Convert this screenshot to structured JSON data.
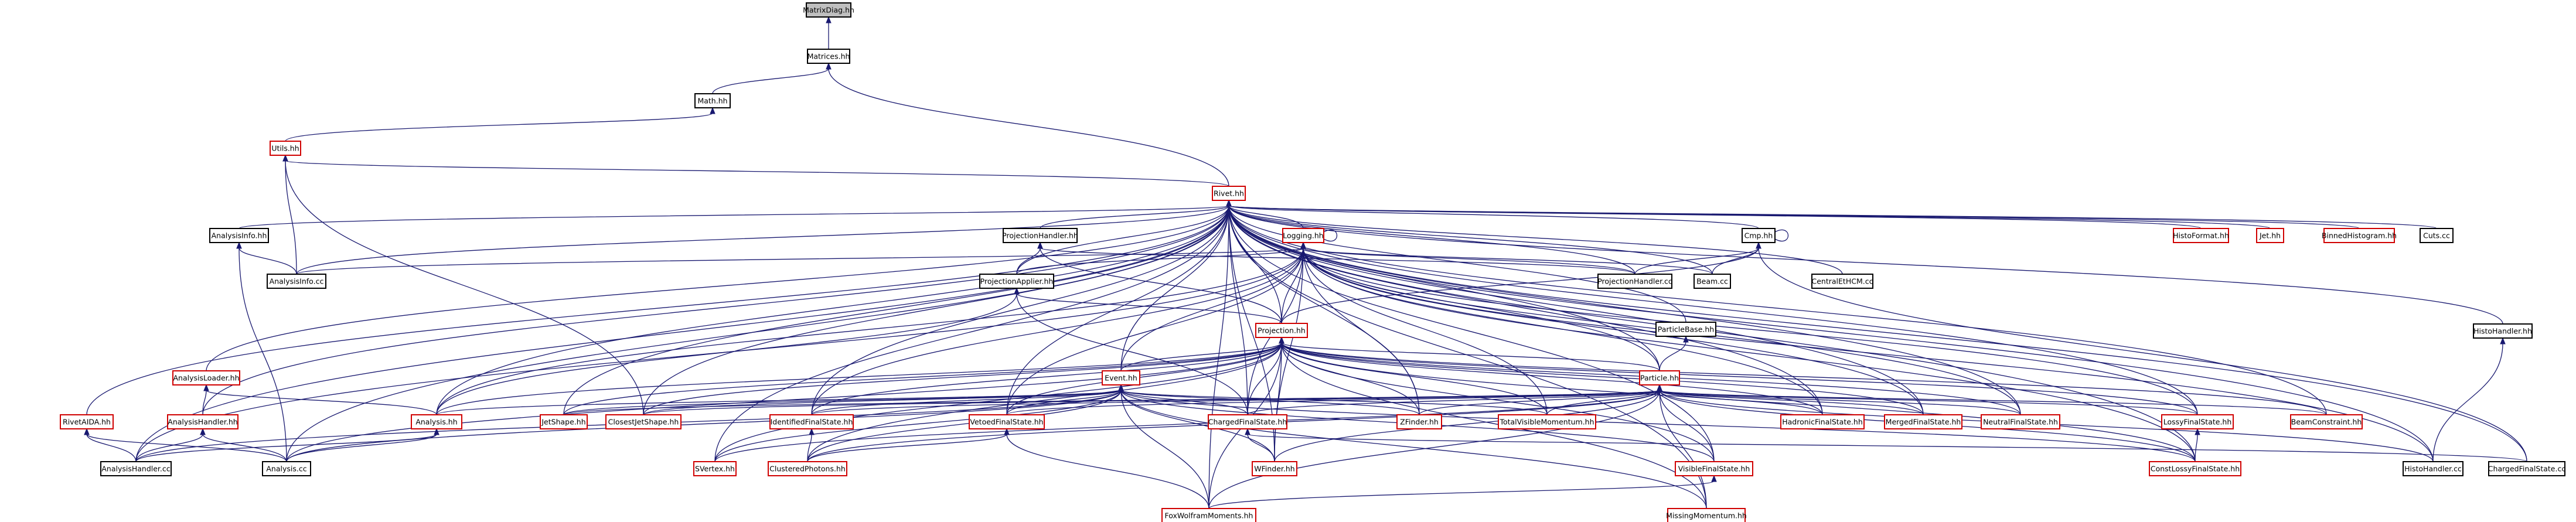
{
  "diagram": {
    "kind": "include-dependency-graph",
    "colors": {
      "edge": "#191970",
      "documented_border": "#000000",
      "undocumented_border": "#d00000",
      "root_fill": "#bfbfbf"
    },
    "nodes": [
      {
        "id": "MatrixDiag",
        "label": "MatrixDiag.hh",
        "style": "root"
      },
      {
        "id": "Matrices",
        "label": "Matrices.hh",
        "style": "black"
      },
      {
        "id": "Math",
        "label": "Math.hh",
        "style": "black"
      },
      {
        "id": "Utils",
        "label": "Utils.hh",
        "style": "red"
      },
      {
        "id": "Rivet",
        "label": "Rivet.hh",
        "style": "red"
      },
      {
        "id": "AnalysisInfoHH",
        "label": "AnalysisInfo.hh",
        "style": "black"
      },
      {
        "id": "AnalysisInfoCC",
        "label": "AnalysisInfo.cc",
        "style": "black"
      },
      {
        "id": "ProjectionHandlerHH",
        "label": "ProjectionHandler.hh",
        "style": "black"
      },
      {
        "id": "Logging",
        "label": "Logging.hh",
        "style": "red"
      },
      {
        "id": "ProjectionApplier",
        "label": "ProjectionApplier.hh",
        "style": "black"
      },
      {
        "id": "Cmp",
        "label": "Cmp.hh",
        "style": "black"
      },
      {
        "id": "ProjectionHandlerCC",
        "label": "ProjectionHandler.cc",
        "style": "black"
      },
      {
        "id": "BeamCC",
        "label": "Beam.cc",
        "style": "black"
      },
      {
        "id": "CentralEtHCM",
        "label": "CentralEtHCM.cc",
        "style": "black"
      },
      {
        "id": "HistoFormat",
        "label": "HistoFormat.hh",
        "style": "red"
      },
      {
        "id": "Jet",
        "label": "Jet.hh",
        "style": "red"
      },
      {
        "id": "BinnedHistogram",
        "label": "BinnedHistogram.hh",
        "style": "red"
      },
      {
        "id": "Cuts",
        "label": "Cuts.cc",
        "style": "black"
      },
      {
        "id": "ParticleBase",
        "label": "ParticleBase.hh",
        "style": "black"
      },
      {
        "id": "Projection",
        "label": "Projection.hh",
        "style": "red"
      },
      {
        "id": "HistoHandlerHH",
        "label": "HistoHandler.hh",
        "style": "black"
      },
      {
        "id": "AnalysisLoader",
        "label": "AnalysisLoader.hh",
        "style": "red"
      },
      {
        "id": "Event",
        "label": "Event.hh",
        "style": "red"
      },
      {
        "id": "Particle",
        "label": "Particle.hh",
        "style": "red"
      },
      {
        "id": "RivetAIDA",
        "label": "RivetAIDA.hh",
        "style": "red"
      },
      {
        "id": "AnalysisHandlerHH",
        "label": "AnalysisHandler.hh",
        "style": "red"
      },
      {
        "id": "AnalysisHH",
        "label": "Analysis.hh",
        "style": "red"
      },
      {
        "id": "JetShape",
        "label": "JetShape.hh",
        "style": "red"
      },
      {
        "id": "ClosestJetShape",
        "label": "ClosestJetShape.hh",
        "style": "red"
      },
      {
        "id": "IdentifiedFS",
        "label": "IdentifiedFinalState.hh",
        "style": "red"
      },
      {
        "id": "VetoedFS",
        "label": "VetoedFinalState.hh",
        "style": "red"
      },
      {
        "id": "ChargedFS",
        "label": "ChargedFinalState.hh",
        "style": "red"
      },
      {
        "id": "ZFinder",
        "label": "ZFinder.hh",
        "style": "red"
      },
      {
        "id": "TotalVisMom",
        "label": "TotalVisibleMomentum.hh",
        "style": "red"
      },
      {
        "id": "HadronicFS",
        "label": "HadronicFinalState.hh",
        "style": "red"
      },
      {
        "id": "MergedFS",
        "label": "MergedFinalState.hh",
        "style": "red"
      },
      {
        "id": "NeutralFS",
        "label": "NeutralFinalState.hh",
        "style": "red"
      },
      {
        "id": "LossyFS",
        "label": "LossyFinalState.hh",
        "style": "red"
      },
      {
        "id": "BeamConstraint",
        "label": "BeamConstraint.hh",
        "style": "red"
      },
      {
        "id": "AnalysisHandlerCC",
        "label": "AnalysisHandler.cc",
        "style": "black"
      },
      {
        "id": "AnalysisCC",
        "label": "Analysis.cc",
        "style": "black"
      },
      {
        "id": "SVertex",
        "label": "SVertex.hh",
        "style": "red"
      },
      {
        "id": "ClusteredPhotons",
        "label": "ClusteredPhotons.hh",
        "style": "red"
      },
      {
        "id": "WFinder",
        "label": "WFinder.hh",
        "style": "red"
      },
      {
        "id": "VisibleFS",
        "label": "VisibleFinalState.hh",
        "style": "red"
      },
      {
        "id": "ConstLossyFS",
        "label": "ConstLossyFinalState.hh",
        "style": "red"
      },
      {
        "id": "HistoHandlerCC",
        "label": "HistoHandler.cc",
        "style": "black"
      },
      {
        "id": "ChargedFSCC",
        "label": "ChargedFinalState.cc",
        "style": "black"
      },
      {
        "id": "FoxWolfram",
        "label": "FoxWolframMoments.hh",
        "style": "red"
      },
      {
        "id": "MissingMomentum",
        "label": "MissingMomentum.hh",
        "style": "red"
      }
    ],
    "edges": [
      [
        "MatrixDiag",
        "Matrices"
      ],
      [
        "Matrices",
        "Math"
      ],
      [
        "Matrices",
        "Rivet"
      ],
      [
        "Math",
        "Utils"
      ],
      [
        "Utils",
        "Rivet"
      ],
      [
        "Utils",
        "AnalysisInfoCC"
      ],
      [
        "Utils",
        "Analysis"
      ],
      [
        "Utils",
        "ClosestJetShape"
      ],
      [
        "Rivet",
        "AnalysisInfoHH"
      ],
      [
        "Rivet",
        "AnalysisInfoCC"
      ],
      [
        "Rivet",
        "ProjectionHandlerHH"
      ],
      [
        "Rivet",
        "Logging"
      ],
      [
        "Rivet",
        "ProjectionApplier"
      ],
      [
        "Rivet",
        "Cmp"
      ],
      [
        "Rivet",
        "ProjectionHandlerCC"
      ],
      [
        "Rivet",
        "BeamCC"
      ],
      [
        "Rivet",
        "CentralEtHCM"
      ],
      [
        "Rivet",
        "HistoFormat"
      ],
      [
        "Rivet",
        "Jet"
      ],
      [
        "Rivet",
        "BinnedHistogram"
      ],
      [
        "Rivet",
        "Cuts"
      ],
      [
        "Rivet",
        "ParticleBase"
      ],
      [
        "Rivet",
        "Projection"
      ],
      [
        "Rivet",
        "HistoHandlerHH"
      ],
      [
        "Rivet",
        "AnalysisLoader"
      ],
      [
        "Rivet",
        "Event"
      ],
      [
        "Rivet",
        "Particle"
      ],
      [
        "Rivet",
        "RivetAIDA"
      ],
      [
        "Rivet",
        "AnalysisHandlerHH"
      ],
      [
        "Rivet",
        "AnalysisHH"
      ],
      [
        "Rivet",
        "JetShape"
      ],
      [
        "Rivet",
        "ClosestJetShape"
      ],
      [
        "Rivet",
        "IdentifiedFS"
      ],
      [
        "Rivet",
        "VetoedFS"
      ],
      [
        "Rivet",
        "ChargedFS"
      ],
      [
        "Rivet",
        "ZFinder"
      ],
      [
        "Rivet",
        "HadronicFS"
      ],
      [
        "Rivet",
        "MergedFS"
      ],
      [
        "Rivet",
        "NeutralFS"
      ],
      [
        "Rivet",
        "LossyFS"
      ],
      [
        "Rivet",
        "BeamConstraint"
      ],
      [
        "Rivet",
        "AnalysisHandlerCC"
      ],
      [
        "Rivet",
        "AnalysisCC"
      ],
      [
        "Rivet",
        "SVertex"
      ],
      [
        "Rivet",
        "WFinder"
      ],
      [
        "Rivet",
        "VisibleFS"
      ],
      [
        "Rivet",
        "HistoHandlerCC"
      ],
      [
        "Rivet",
        "ChargedFSCC"
      ],
      [
        "Rivet",
        "FoxWolfram"
      ],
      [
        "Rivet",
        "MissingMomentum"
      ],
      [
        "Rivet",
        "ConstLossyFS"
      ],
      [
        "AnalysisInfoHH",
        "AnalysisInfoCC"
      ],
      [
        "AnalysisInfoHH",
        "AnalysisCC"
      ],
      [
        "ProjectionHandlerHH",
        "ProjectionApplier"
      ],
      [
        "ProjectionHandlerHH",
        "ProjectionHandlerCC"
      ],
      [
        "ProjectionHandlerHH",
        "Projection"
      ],
      [
        "Logging",
        "Logging"
      ],
      [
        "Logging",
        "AnalysisInfoCC"
      ],
      [
        "Logging",
        "ProjectionApplier"
      ],
      [
        "Logging",
        "ProjectionHandlerCC"
      ],
      [
        "Logging",
        "BeamCC"
      ],
      [
        "Logging",
        "Projection"
      ],
      [
        "Logging",
        "Event"
      ],
      [
        "Logging",
        "Particle"
      ],
      [
        "Logging",
        "AnalysisHH"
      ],
      [
        "Logging",
        "AnalysisHandlerCC"
      ],
      [
        "Logging",
        "VetoedFS"
      ],
      [
        "Logging",
        "ChargedFS"
      ],
      [
        "Logging",
        "ZFinder"
      ],
      [
        "Logging",
        "HadronicFS"
      ],
      [
        "Logging",
        "MergedFS"
      ],
      [
        "Logging",
        "NeutralFS"
      ],
      [
        "Logging",
        "LossyFS"
      ],
      [
        "Logging",
        "WFinder"
      ],
      [
        "Logging",
        "IdentifiedFS"
      ],
      [
        "Logging",
        "TotalVisMom"
      ],
      [
        "Logging",
        "ConstLossyFS"
      ],
      [
        "Logging",
        "HistoHandlerCC"
      ],
      [
        "Cmp",
        "Cmp"
      ],
      [
        "Cmp",
        "ProjectionHandlerCC"
      ],
      [
        "Cmp",
        "BeamCC"
      ],
      [
        "Cmp",
        "Projection"
      ],
      [
        "Cmp",
        "ChargedFSCC"
      ],
      [
        "ProjectionApplier",
        "Projection"
      ],
      [
        "ProjectionApplier",
        "AnalysisHH"
      ],
      [
        "ProjectionApplier",
        "ChargedFS"
      ],
      [
        "ParticleBase",
        "Particle"
      ],
      [
        "HistoHandlerHH",
        "HistoHandlerCC"
      ],
      [
        "AnalysisLoader",
        "AnalysisHandlerHH"
      ],
      [
        "AnalysisLoader",
        "AnalysisHH"
      ],
      [
        "RivetAIDA",
        "AnalysisHandlerCC"
      ],
      [
        "RivetAIDA",
        "AnalysisCC"
      ],
      [
        "AnalysisHandlerHH",
        "AnalysisHandlerCC"
      ],
      [
        "AnalysisHandlerHH",
        "AnalysisCC"
      ],
      [
        "AnalysisHH",
        "AnalysisHandlerCC"
      ],
      [
        "AnalysisHH",
        "AnalysisCC"
      ],
      [
        "Projection",
        "Event"
      ],
      [
        "Projection",
        "Particle"
      ],
      [
        "Projection",
        "AnalysisHH"
      ],
      [
        "Projection",
        "JetShape"
      ],
      [
        "Projection",
        "ClosestJetShape"
      ],
      [
        "Projection",
        "IdentifiedFS"
      ],
      [
        "Projection",
        "VetoedFS"
      ],
      [
        "Projection",
        "ChargedFS"
      ],
      [
        "Projection",
        "ZFinder"
      ],
      [
        "Projection",
        "TotalVisMom"
      ],
      [
        "Projection",
        "HadronicFS"
      ],
      [
        "Projection",
        "MergedFS"
      ],
      [
        "Projection",
        "NeutralFS"
      ],
      [
        "Projection",
        "LossyFS"
      ],
      [
        "Projection",
        "BeamConstraint"
      ],
      [
        "Projection",
        "SVertex"
      ],
      [
        "Projection",
        "ClusteredPhotons"
      ],
      [
        "Projection",
        "WFinder"
      ],
      [
        "Projection",
        "VisibleFS"
      ],
      [
        "Projection",
        "ConstLossyFS"
      ],
      [
        "Projection",
        "FoxWolfram"
      ],
      [
        "Projection",
        "MissingMomentum"
      ],
      [
        "Projection",
        "AnalysisCC"
      ],
      [
        "Event",
        "AnalysisHH"
      ],
      [
        "Event",
        "JetShape"
      ],
      [
        "Event",
        "ClosestJetShape"
      ],
      [
        "Event",
        "IdentifiedFS"
      ],
      [
        "Event",
        "VetoedFS"
      ],
      [
        "Event",
        "ChargedFS"
      ],
      [
        "Event",
        "ZFinder"
      ],
      [
        "Event",
        "TotalVisMom"
      ],
      [
        "Event",
        "AnalysisHandlerCC"
      ],
      [
        "Event",
        "AnalysisCC"
      ],
      [
        "Event",
        "SVertex"
      ],
      [
        "Event",
        "ClusteredPhotons"
      ],
      [
        "Event",
        "WFinder"
      ],
      [
        "Event",
        "VisibleFS"
      ],
      [
        "Event",
        "FoxWolfram"
      ],
      [
        "Event",
        "MissingMomentum"
      ],
      [
        "Event",
        "ConstLossyFS"
      ],
      [
        "Particle",
        "JetShape"
      ],
      [
        "Particle",
        "ClosestJetShape"
      ],
      [
        "Particle",
        "IdentifiedFS"
      ],
      [
        "Particle",
        "VetoedFS"
      ],
      [
        "Particle",
        "ChargedFS"
      ],
      [
        "Particle",
        "ZFinder"
      ],
      [
        "Particle",
        "TotalVisMom"
      ],
      [
        "Particle",
        "HadronicFS"
      ],
      [
        "Particle",
        "MergedFS"
      ],
      [
        "Particle",
        "NeutralFS"
      ],
      [
        "Particle",
        "LossyFS"
      ],
      [
        "Particle",
        "BeamConstraint"
      ],
      [
        "Particle",
        "SVertex"
      ],
      [
        "Particle",
        "ClusteredPhotons"
      ],
      [
        "Particle",
        "WFinder"
      ],
      [
        "Particle",
        "VisibleFS"
      ],
      [
        "Particle",
        "ConstLossyFS"
      ],
      [
        "Particle",
        "FoxWolfram"
      ],
      [
        "Particle",
        "MissingMomentum"
      ],
      [
        "Particle",
        "HistoHandlerCC"
      ],
      [
        "IdentifiedFS",
        "ClusteredPhotons"
      ],
      [
        "VetoedFS",
        "FoxWolfram"
      ],
      [
        "VetoedFS",
        "ClusteredPhotons"
      ],
      [
        "ChargedFS",
        "WFinder"
      ],
      [
        "ChargedFS",
        "ChargedFSCC"
      ],
      [
        "LossyFS",
        "ConstLossyFS"
      ],
      [
        "VisibleFS",
        "FoxWolfram"
      ]
    ]
  }
}
